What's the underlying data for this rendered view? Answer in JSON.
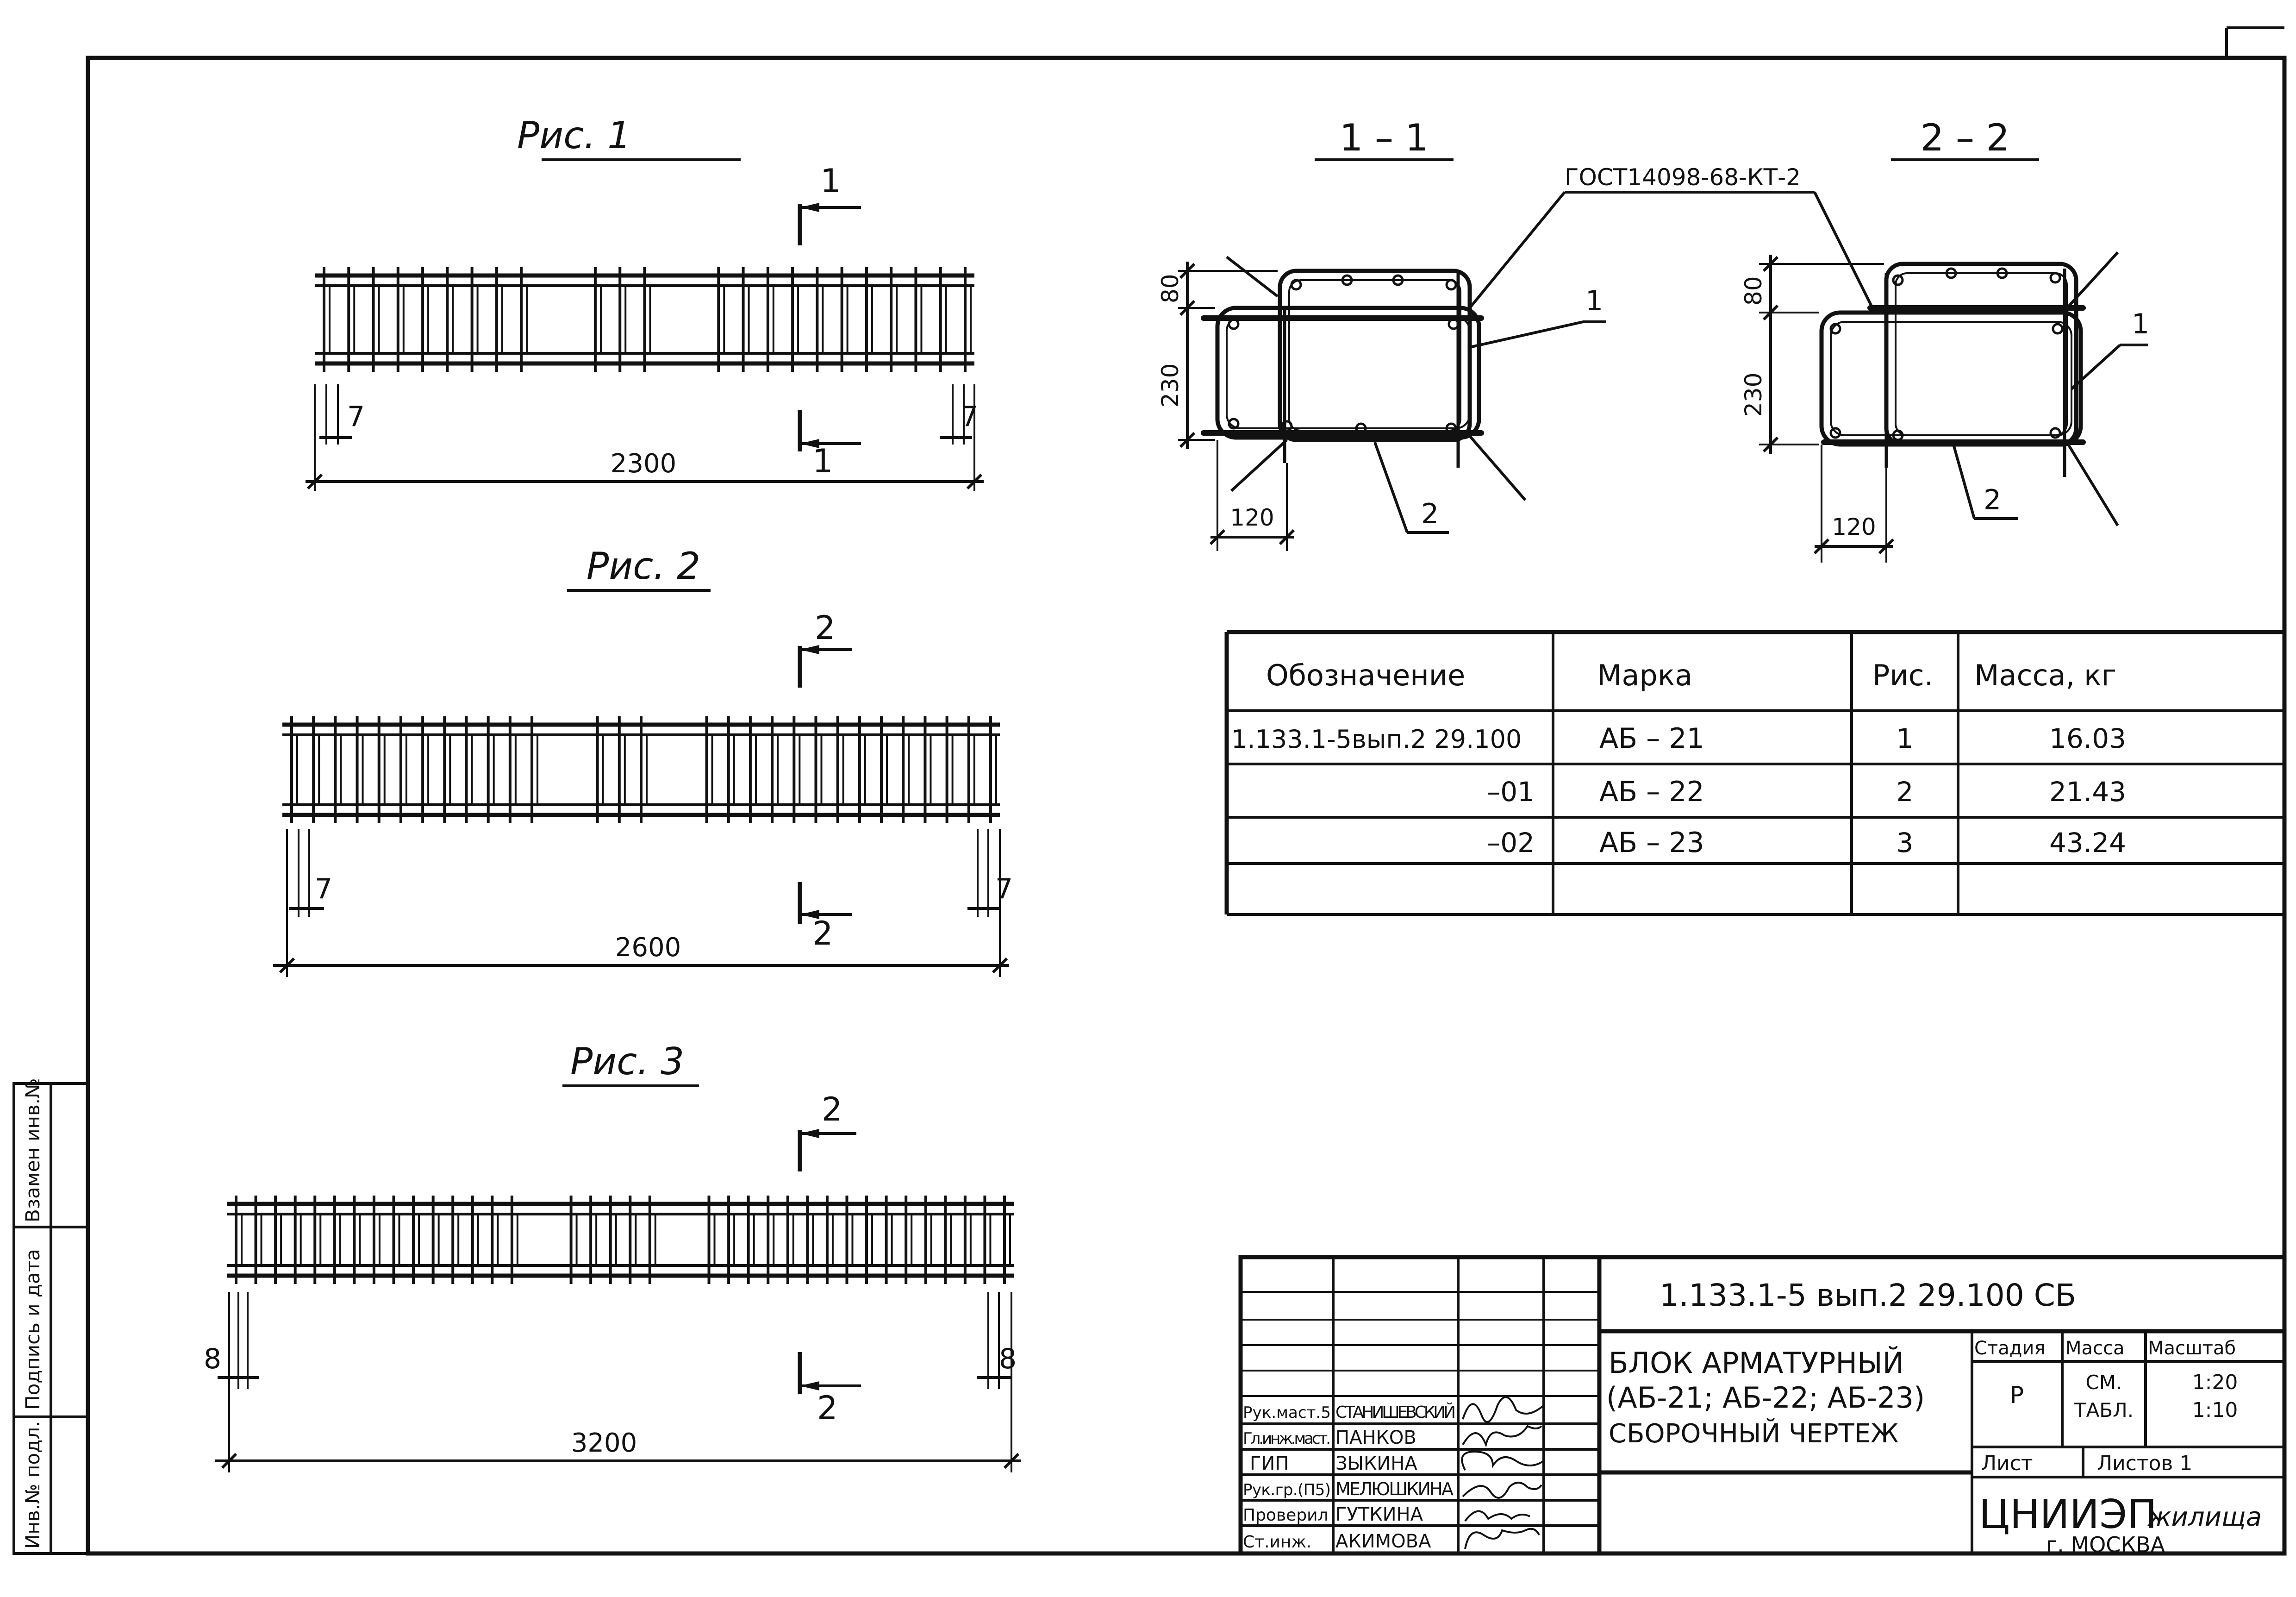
{
  "figures": [
    {
      "title": "Рис.   1",
      "section_mark": "1",
      "dim_length": "2300",
      "dim_end": "7"
    },
    {
      "title": "Рис. 2",
      "section_mark": "2",
      "dim_length": "2600",
      "dim_end": "7"
    },
    {
      "title": "Рис. 3",
      "section_mark": "2",
      "dim_length": "3200",
      "dim_end": "8"
    }
  ],
  "sections": [
    {
      "title": "1 – 1",
      "dim_top": "80",
      "dim_height": "230",
      "dim_width": "120",
      "pos_1": "1",
      "pos_2": "2"
    },
    {
      "title": "2 – 2",
      "dim_top": "80",
      "dim_height": "230",
      "dim_width": "120",
      "pos_1": "1",
      "pos_2": "2"
    }
  ],
  "weld_note": "ГОСТ14098-68-КТ-2",
  "spec_table": {
    "headers": [
      "Обозначение",
      "Марка",
      "Рис.",
      "Масса, кг"
    ],
    "rows": [
      [
        "1.133.1-5вып.2  29.100",
        "АБ – 21",
        "1",
        "16.03"
      ],
      [
        "–01",
        "АБ – 22",
        "2",
        "21.43"
      ],
      [
        "–02",
        "АБ – 23",
        "3",
        "43.24"
      ],
      [
        "",
        "",
        "",
        ""
      ]
    ]
  },
  "side_stamp": [
    "Инв.№ подл.",
    "Подпись и дата",
    "Взамен инв.№"
  ],
  "title_block": {
    "code": "1.133.1-5 вып.2   29.100 СБ",
    "name_lines": [
      "БЛОК  АРМАТУРНЫЙ",
      "(АБ-21; АБ-22; АБ-23)",
      "СБОРОЧНЫЙ  ЧЕРТЕЖ"
    ],
    "stage_header": "Стадия",
    "mass_header": "Масса",
    "scale_header": "Масштаб",
    "stage_value": "Р",
    "mass_value_1": "СМ.",
    "mass_value_2": "ТАБЛ.",
    "scale_value_1": "1:20",
    "scale_value_2": "1:10",
    "sheet_label": "Лист",
    "sheets_label": "Листов 1",
    "org_main": "ЦНИИЭП",
    "org_suffix": "жилища",
    "org_city": "г. МОСКВА",
    "signers": [
      {
        "role": "Рук.маст.5",
        "name": "СТАНИШЕВСКИЙ"
      },
      {
        "role": "Гл.инж.маст.",
        "name": "ПАНКОВ"
      },
      {
        "role": "ГИП",
        "name": "ЗЫКИНА"
      },
      {
        "role": "Рук.гр.(П5)",
        "name": "МЕЛЮШКИНА"
      },
      {
        "role": "Проверил",
        "name": "ГУТКИНА"
      },
      {
        "role": "Ст.инж.",
        "name": "АКИМОВА"
      }
    ]
  }
}
